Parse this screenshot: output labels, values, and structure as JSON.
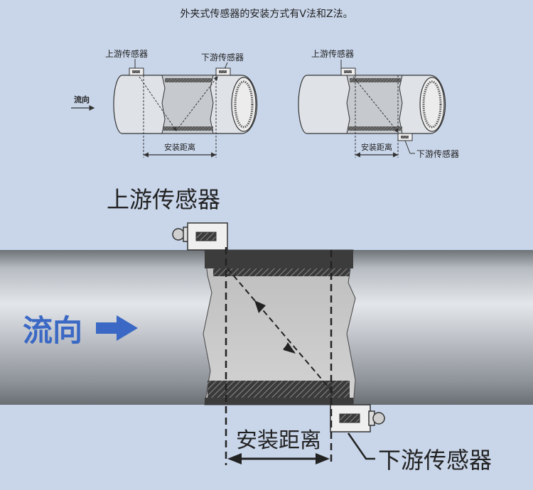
{
  "header": {
    "title": "外夹式传感器的安装方式有V法和Z法。"
  },
  "v_method": {
    "upstream_label": "上游传感器",
    "downstream_label": "下游传感器",
    "flow_label": "流向",
    "distance_label": "安装距离"
  },
  "z_method_small": {
    "upstream_label": "上游传感器",
    "downstream_label": "下游传感器",
    "distance_label": "安装距离"
  },
  "z_method_large": {
    "upstream_label": "上游传感器",
    "downstream_label": "下游传感器",
    "flow_label": "流向",
    "distance_label": "安装距离"
  },
  "colors": {
    "background": "#c9d6ea",
    "flow_arrow": "#3a68c4",
    "flow_text": "#3a68c4",
    "pipe": "#9aa0a8",
    "cut_section": "#c8c8c8"
  },
  "icons": [
    "flow-arrow-icon",
    "sensor-icon"
  ]
}
